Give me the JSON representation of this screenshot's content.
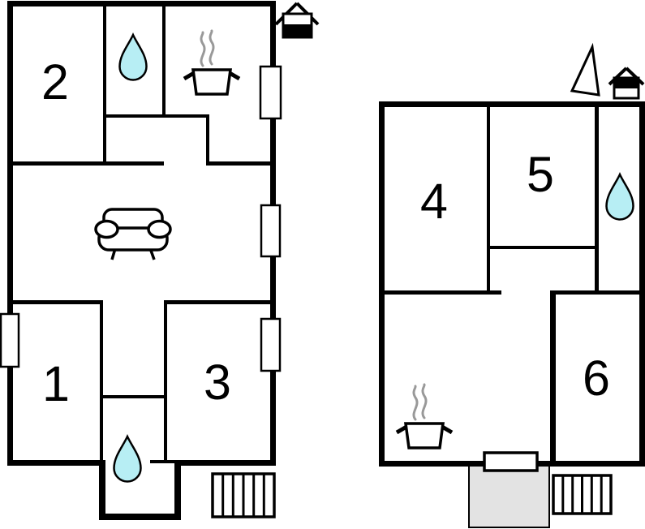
{
  "title": "floor-plan",
  "room_labels": {
    "r1": "1",
    "r2": "2",
    "r3": "3",
    "r4": "4",
    "r5": "5",
    "r6": "6"
  },
  "colors": {
    "wall": "#000000",
    "water_drop": "#b7eef4",
    "terrace": "#e3e3e3",
    "steam": "#999999",
    "background": "#ffffff"
  },
  "ground_floor": {
    "rooms": [
      "1",
      "2",
      "3"
    ],
    "features": [
      "bathroom-water-drop",
      "kitchen-pot",
      "living-room-sofa",
      "bathroom-water-drop-lower",
      "entrance-house",
      "outdoor-stairs",
      "window-markers"
    ]
  },
  "upper_floor": {
    "rooms": [
      "4",
      "5",
      "6"
    ],
    "features": [
      "bathroom-water-drop",
      "kitchen-pot",
      "fireplace-triangle",
      "entrance-house",
      "terrace",
      "terrace-door",
      "outdoor-stairs"
    ]
  },
  "stairs": {
    "treads": 6
  }
}
